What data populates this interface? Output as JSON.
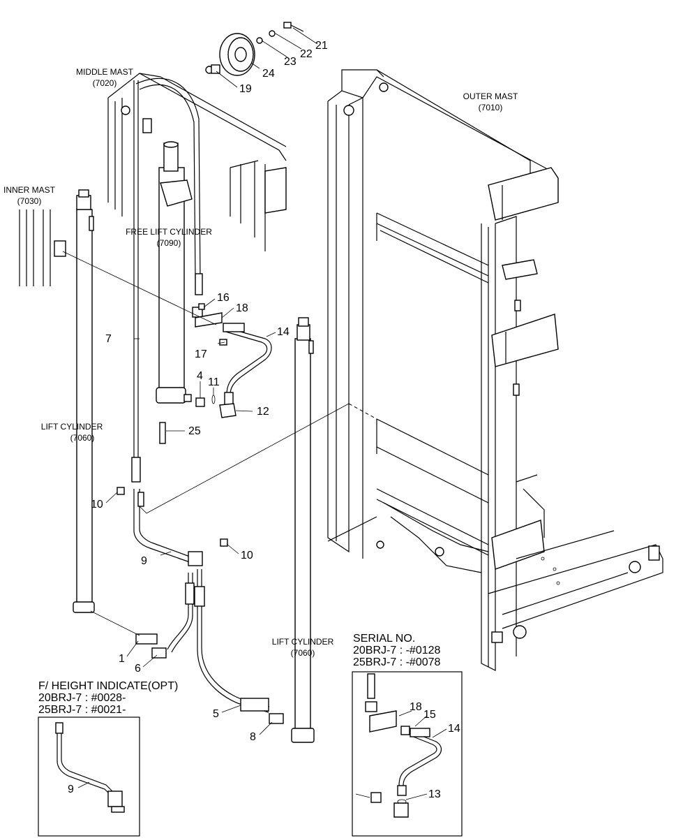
{
  "labels": {
    "middle_mast": "MIDDLE MAST",
    "middle_mast_code": "(7020)",
    "outer_mast": "OUTER MAST",
    "outer_mast_code": "(7010)",
    "inner_mast": "INNER MAST",
    "inner_mast_code": "(7030)",
    "free_lift_cylinder": "FREE LIFT CYLINDER",
    "free_lift_cylinder_code": "(7090)",
    "lift_cylinder_left": "LIFT CYLINDER",
    "lift_cylinder_left_code": "(7060)",
    "lift_cylinder_right": "LIFT CYLINDER",
    "lift_cylinder_right_code": "(7060)"
  },
  "callouts": {
    "c1": "1",
    "c4": "4",
    "c5": "5",
    "c6": "6",
    "c7": "7",
    "c8": "8",
    "c9": "9",
    "c10a": "10",
    "c10b": "10",
    "c11": "11",
    "c12": "12",
    "c14": "14",
    "c16": "16",
    "c17": "17",
    "c18": "18",
    "c19": "19",
    "c21": "21",
    "c22": "22",
    "c23": "23",
    "c24": "24",
    "c25": "25"
  },
  "inset_left": {
    "title": "F/ HEIGHT INDICATE(OPT)",
    "line1": "20BRJ-7 : #0028-",
    "line2": "25BRJ-7 : #0021-",
    "callout": "9"
  },
  "inset_right": {
    "title": "SERIAL NO.",
    "line1": "20BRJ-7 : -#0128",
    "line2": "25BRJ-7 : -#0078",
    "c13": "13",
    "c14": "14",
    "c15": "15",
    "c18": "18"
  }
}
